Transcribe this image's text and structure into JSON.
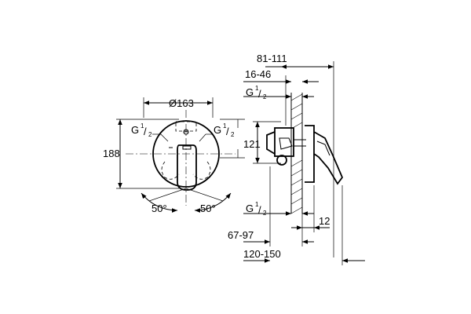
{
  "front_view": {
    "diameter_label": "Ø163",
    "height_label": "188",
    "thread_left": {
      "base": "G",
      "num": "1",
      "den": "2"
    },
    "thread_right": {
      "base": "G",
      "num": "1",
      "den": "2"
    },
    "angle_left": "50°",
    "angle_right": "50°"
  },
  "side_view": {
    "dim_top": "81-111",
    "dim_second": "16-46",
    "thread_top": {
      "base": "G",
      "num": "1",
      "den": "2"
    },
    "height_label": "121",
    "thread_bottom": {
      "base": "G",
      "num": "1",
      "den": "2"
    },
    "dim_wall": "12",
    "dim_bottom_1": "67-97",
    "dim_bottom_2": "120-150"
  }
}
